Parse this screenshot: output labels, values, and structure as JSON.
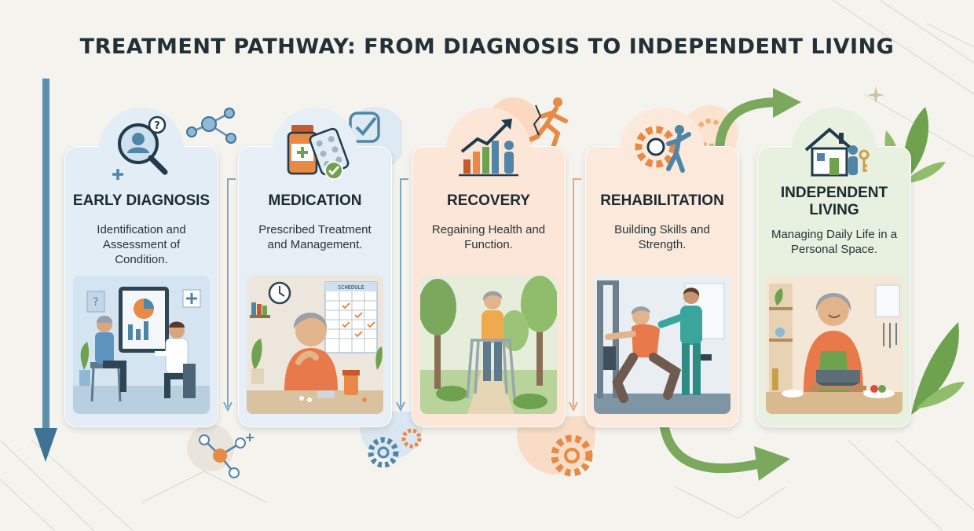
{
  "title": "TREATMENT PATHWAY: FROM DIAGNOSIS TO INDEPENDENT LIVING",
  "colors": {
    "blue": "#4f86a8",
    "orange": "#e88a45",
    "green": "#6ea24f",
    "navy": "#1f3b4d"
  },
  "stages": [
    {
      "heading": "EARLY DIAGNOSIS",
      "desc": "Identification and Assessment of Condition.",
      "icon": "magnifier-person-icon",
      "bg": "#e3edf6"
    },
    {
      "heading": "MEDICATION",
      "desc": "Prescribed Treatment and Management.",
      "icon": "pill-bottle-icon",
      "schedule_label": "SCHEDULE",
      "bg": "#e6eef6"
    },
    {
      "heading": "RECOVERY",
      "desc": "Regaining Health and Function.",
      "icon": "growth-chart-icon",
      "bg": "#fbe6d8"
    },
    {
      "heading": "REHABILITATION",
      "desc": "Building Skills and Strength.",
      "icon": "gear-person-icon",
      "bg": "#fbe9dc"
    },
    {
      "heading": "INDEPENDENT LIVING",
      "desc": "Managing Daily Life in a Personal Space.",
      "icon": "house-key-icon",
      "bg": "#e8f0df"
    }
  ]
}
